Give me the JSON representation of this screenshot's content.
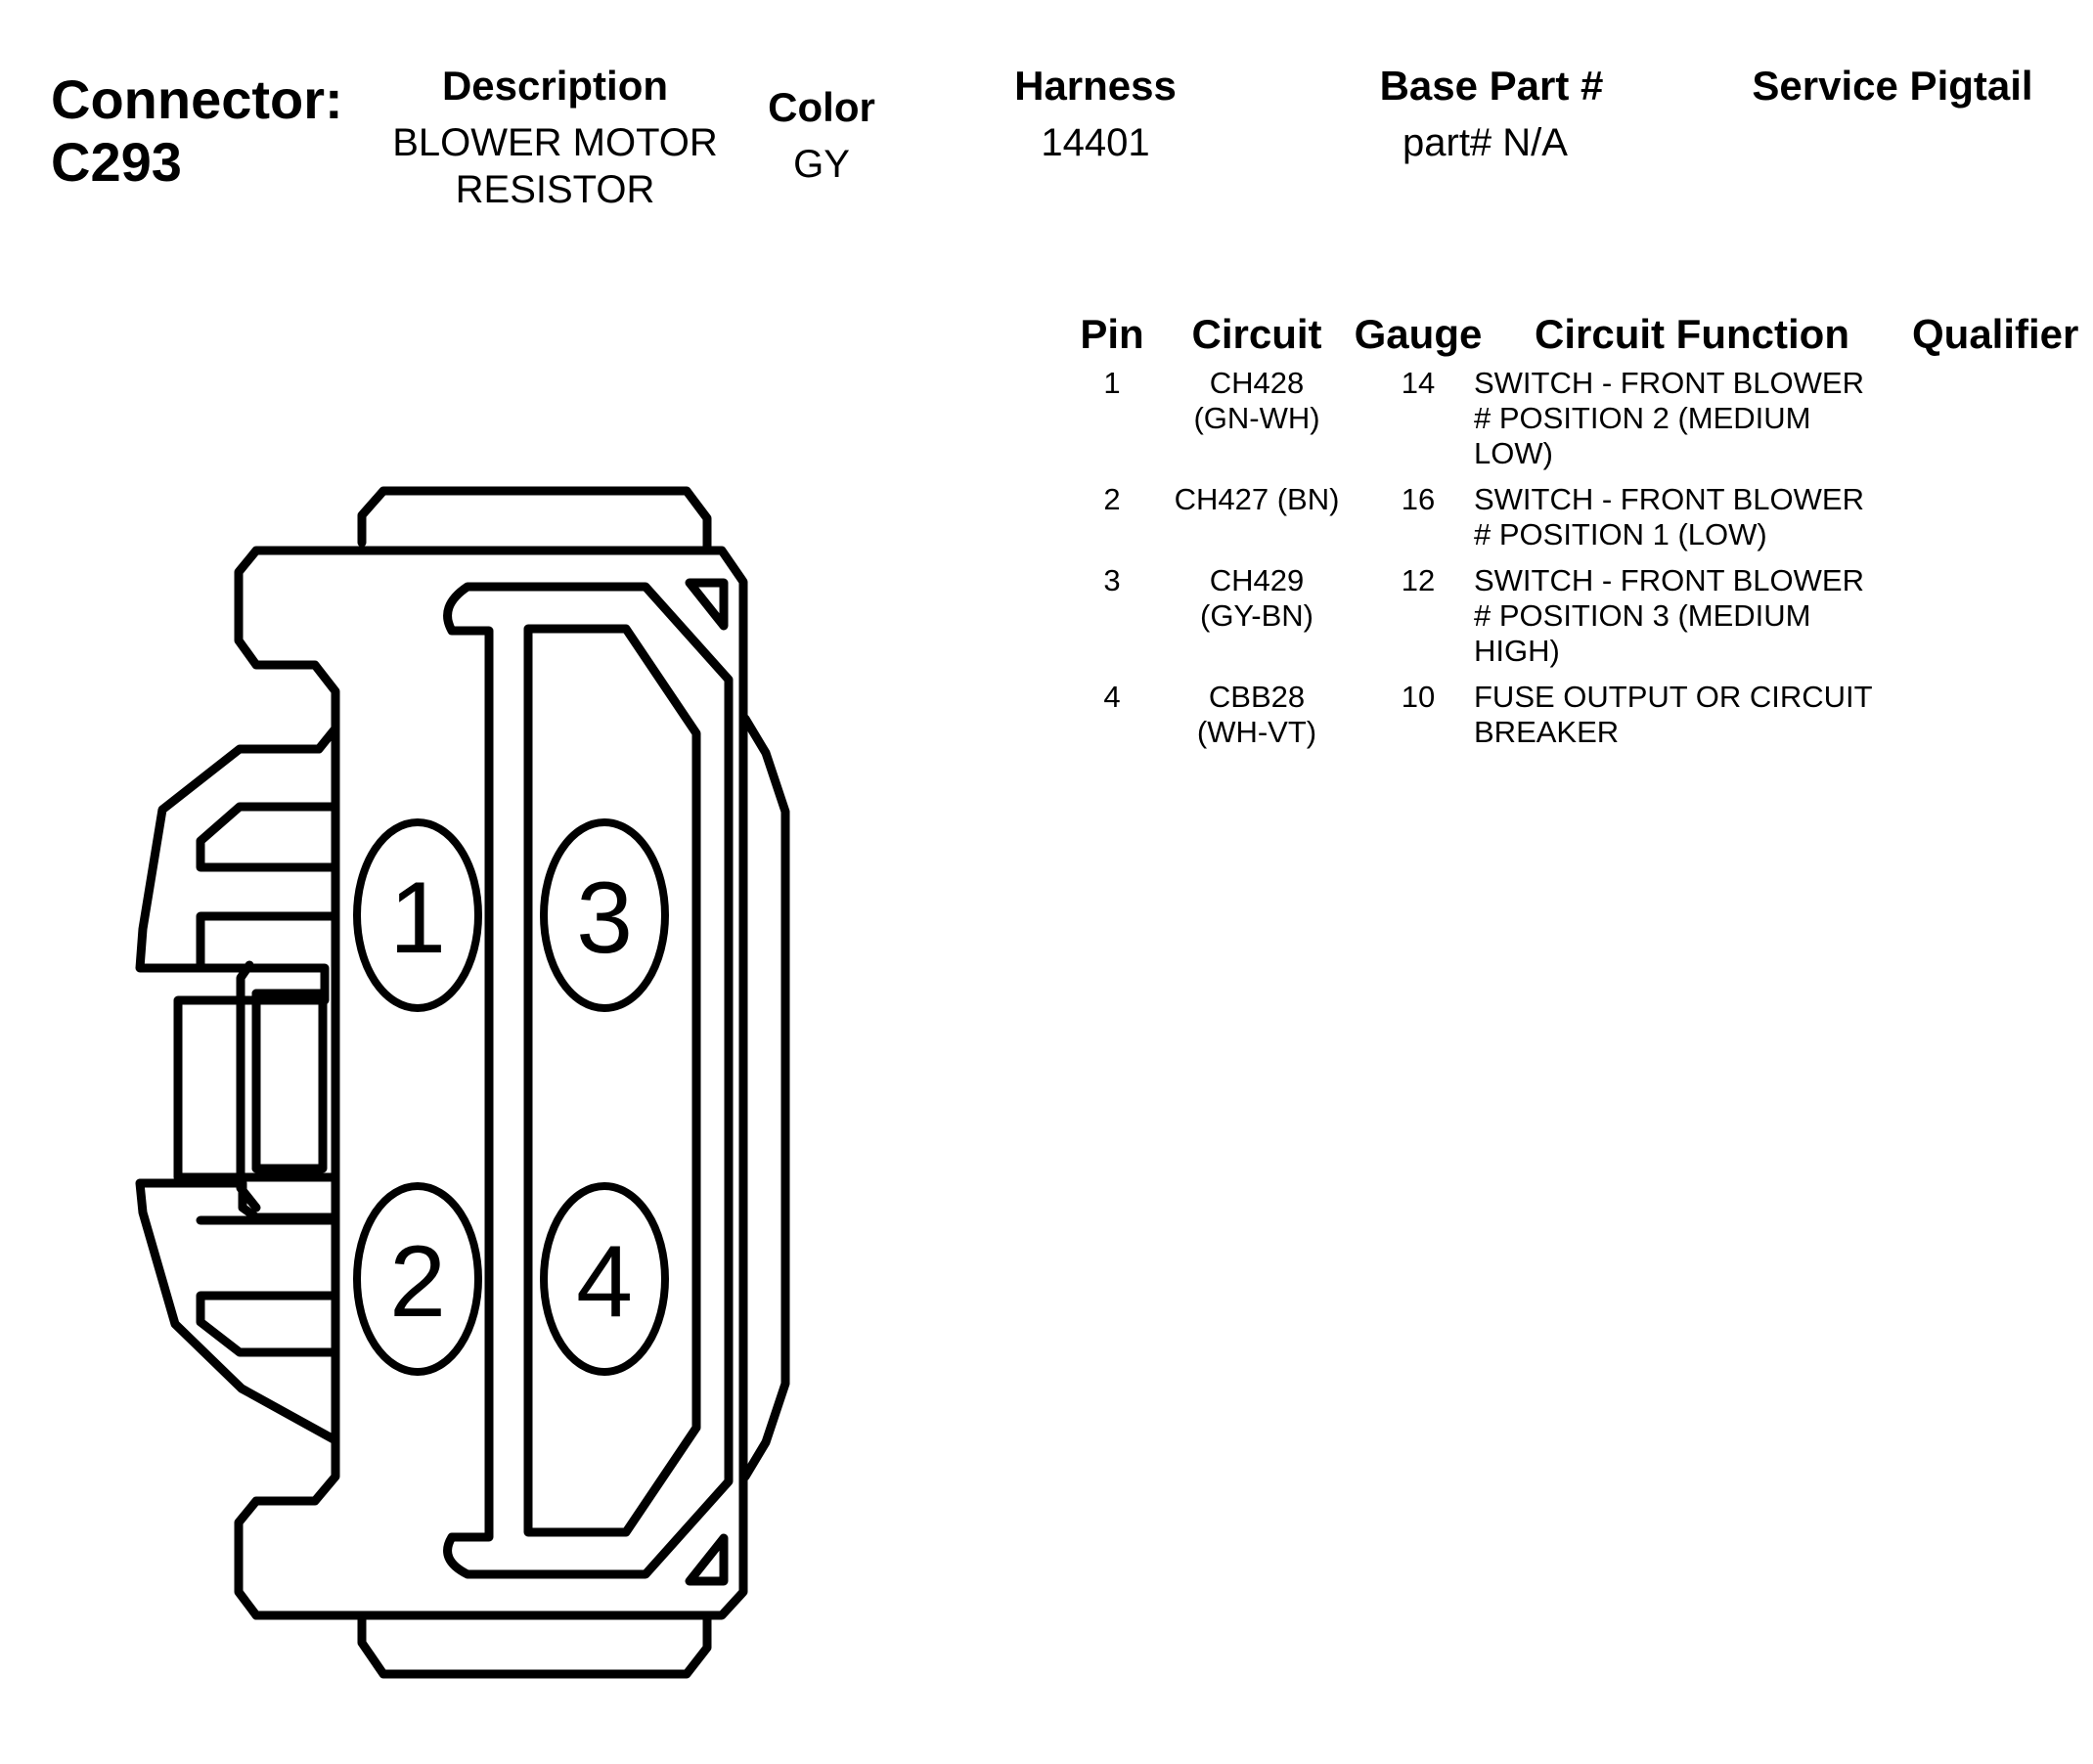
{
  "header": {
    "connector_label": "Connector:",
    "connector_id": "C293",
    "description_label": "Description",
    "description_line1": "BLOWER MOTOR",
    "description_line2": "RESISTOR",
    "color_label": "Color",
    "color_value": "GY",
    "harness_label": "Harness",
    "harness_value": "14401",
    "base_part_label": "Base Part #",
    "base_part_value": "part# N/A",
    "service_pigtail_label": "Service Pigtail"
  },
  "pin_table": {
    "columns": [
      "Pin",
      "Circuit",
      "Gauge",
      "Circuit Function",
      "Qualifier"
    ],
    "rows": [
      {
        "pin": "1",
        "circuit": [
          "CH428",
          "(GN-WH)"
        ],
        "gauge": "14",
        "function": [
          "SWITCH - FRONT BLOWER",
          "# POSITION 2 (MEDIUM",
          "LOW)"
        ],
        "qualifier": ""
      },
      {
        "pin": "2",
        "circuit": [
          "CH427 (BN)"
        ],
        "gauge": "16",
        "function": [
          "SWITCH - FRONT BLOWER",
          "# POSITION 1 (LOW)"
        ],
        "qualifier": ""
      },
      {
        "pin": "3",
        "circuit": [
          "CH429",
          "(GY-BN)"
        ],
        "gauge": "12",
        "function": [
          "SWITCH - FRONT BLOWER",
          "# POSITION 3 (MEDIUM",
          "HIGH)"
        ],
        "qualifier": ""
      },
      {
        "pin": "4",
        "circuit": [
          "CBB28",
          "(WH-VT)"
        ],
        "gauge": "10",
        "function": [
          "FUSE OUTPUT OR CIRCUIT",
          "BREAKER"
        ],
        "qualifier": ""
      }
    ]
  },
  "connector_face": {
    "pins": [
      "1",
      "2",
      "3",
      "4"
    ]
  }
}
